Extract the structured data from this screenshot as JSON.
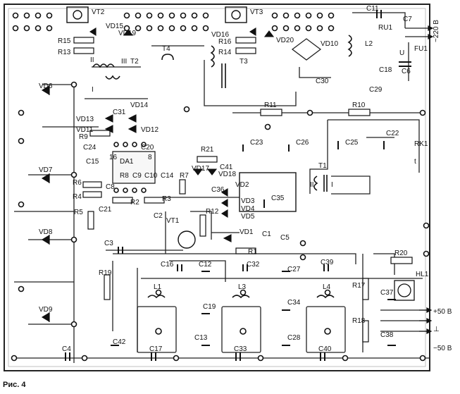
{
  "caption": "Рис. 4",
  "labels": {
    "VT2": "VT2",
    "VT3": "VT3",
    "VT1": "VT1",
    "VD15": "VD15",
    "VD19": "VD19",
    "VD16": "VD16",
    "VD20": "VD20",
    "R15": "R15",
    "R13": "R13",
    "R16": "R16",
    "R14": "R14",
    "T2": "T2",
    "T4": "T4",
    "T3": "T3",
    "T1": "T1",
    "C11": "C11",
    "C7": "C7",
    "RU1": "RU1",
    "FU1": "FU1",
    "mains": "~220 В",
    "VD10": "VD10",
    "L2": "L2",
    "C18": "C18",
    "C6": "C6",
    "C30": "C30",
    "C29": "C29",
    "VD6": "VD6",
    "VD14": "VD14",
    "C31": "C31",
    "VD13": "VD13",
    "VD11": "VD11",
    "VD12": "VD12",
    "R9": "R9",
    "C24": "C24",
    "C20": "C20",
    "DA1": "DA1",
    "pin16": "16",
    "pin8": "8",
    "R11": "R11",
    "R10": "R10",
    "C22": "C22",
    "RK1": "RK1",
    "C23": "C23",
    "C26": "C26",
    "C25": "C25",
    "R21": "R21",
    "VD17": "VD17",
    "VD18": "VD18",
    "C41": "C41",
    "VD7": "VD7",
    "C15": "C15",
    "R6": "R6",
    "C8": "C8",
    "R8": "R8",
    "C9": "C9",
    "C10": "C10",
    "C14": "C14",
    "R7": "R7",
    "C36": "C36",
    "VD3": "VD3",
    "VD4": "VD4",
    "VD5": "VD5",
    "VD2": "VD2",
    "C35": "C35",
    "R4": "R4",
    "R2": "R2",
    "R3": "R3",
    "R5": "R5",
    "C21": "C21",
    "C2": "C2",
    "R12": "R12",
    "VD8": "VD8",
    "VD1": "VD1",
    "C1": "C1",
    "C5": "C5",
    "R1": "R1",
    "C3": "C3",
    "R19": "R19",
    "C16": "C16",
    "C12": "C12",
    "C32": "C32",
    "C27": "C27",
    "C39": "C39",
    "L1": "L1",
    "L3": "L3",
    "L4": "L4",
    "C19": "C19",
    "C34": "C34",
    "R20": "R20",
    "HL1": "HL1",
    "R17": "R17",
    "C37": "C37",
    "R18": "R18",
    "C38": "C38",
    "VD9": "VD9",
    "C42": "C42",
    "C4": "C4",
    "C17": "C17",
    "C13": "C13",
    "C33": "C33",
    "C28": "C28",
    "C40": "C40",
    "plus50": "+50 В",
    "gnd": "⊥",
    "minus50": "−50 В",
    "II": "II",
    "I": "I",
    "III": "III",
    "U": "U",
    "t": "t"
  }
}
